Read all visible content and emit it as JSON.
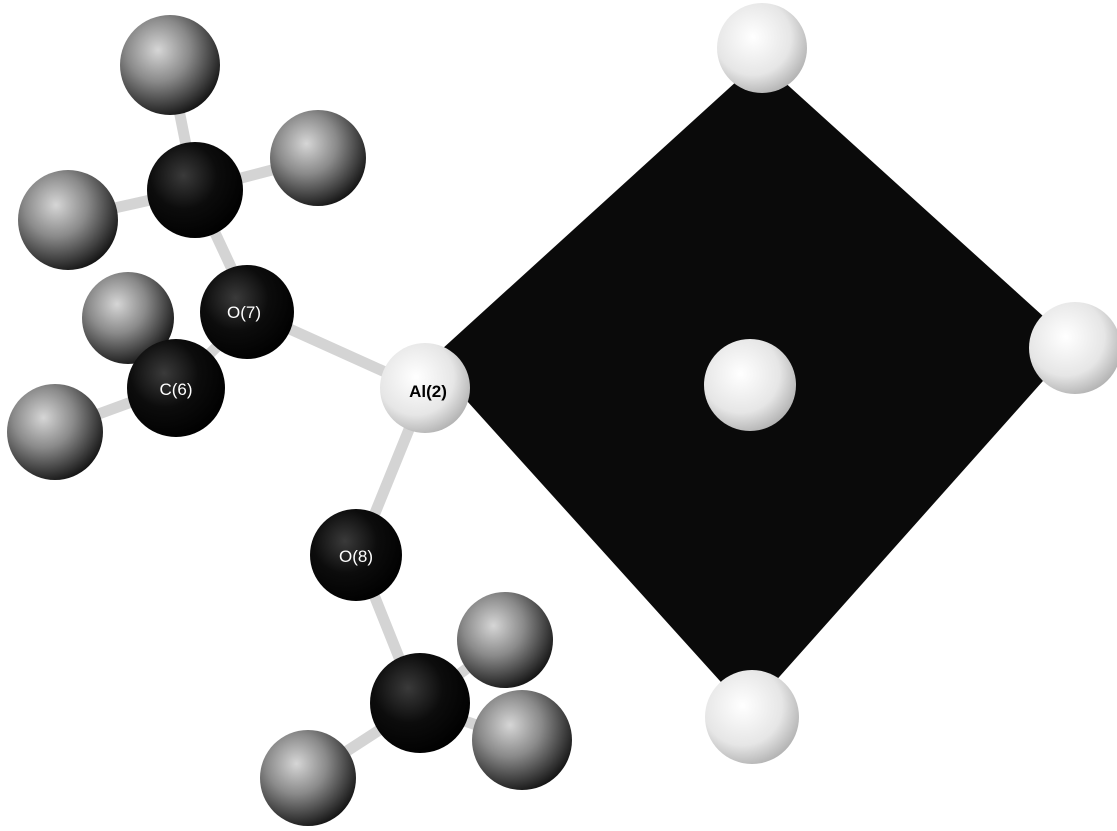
{
  "figure": {
    "labels": {
      "o7": "O(7)",
      "al2": "Al(2)",
      "c6": "C(6)",
      "o8": "O(8)"
    }
  },
  "colors": {
    "background": "#ffffff",
    "dark_atom": "#050505",
    "grey_atom": "#6a6a6a",
    "light_atom": "#e8e8e8",
    "polyhedron": "#0a0a0a",
    "bond": "#d9d9d9"
  }
}
